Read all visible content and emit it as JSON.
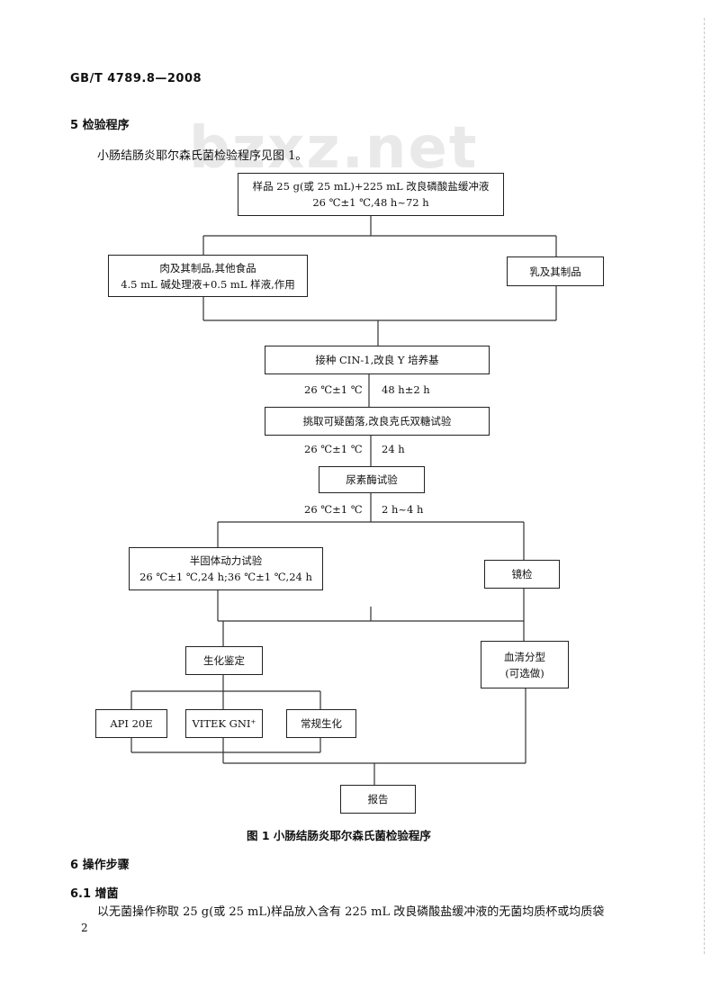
{
  "header": {
    "standard": "GB/T 4789.8—2008"
  },
  "watermark": "bzxz.net",
  "section5": {
    "heading": "5  检验程序",
    "intro": "小肠结肠炎耶尔森氏菌检验程序见图 1。"
  },
  "flow": {
    "sample": {
      "line1": "样品 25 g(或 25 mL)+225 mL 改良磷酸盐缓冲液",
      "line2": "26 ℃±1 ℃,48 h~72 h"
    },
    "meat": {
      "line1": "肉及其制品,其他食品",
      "line2": "4.5 mL 碱处理液+0.5 mL 样液,作用"
    },
    "milk": {
      "label": "乳及其制品"
    },
    "inoculate": {
      "label": "接种 CIN-1,改良 Y 培养基"
    },
    "cond1": {
      "temp": "26 ℃±1 ℃",
      "time": "48 h±2 h"
    },
    "pick": {
      "label": "挑取可疑菌落,改良克氏双糖试验"
    },
    "cond2": {
      "temp": "26 ℃±1 ℃",
      "time": "24 h"
    },
    "urease": {
      "label": "尿素酶试验"
    },
    "cond3": {
      "temp": "26 ℃±1 ℃",
      "time": "2 h~4 h"
    },
    "motility": {
      "line1": "半固体动力试验",
      "line2": "26 ℃±1 ℃,24 h;36 ℃±1 ℃,24 h"
    },
    "microscopy": {
      "label": "镜检"
    },
    "biochem": {
      "label": "生化鉴定"
    },
    "serotype": {
      "line1": "血清分型",
      "line2": "(可选做)"
    },
    "api": {
      "label": "API 20E"
    },
    "vitek": {
      "label": "VITEK GNI⁺"
    },
    "routine": {
      "label": "常规生化"
    },
    "report": {
      "label": "报告"
    }
  },
  "figure": {
    "caption": "图 1  小肠结肠炎耶尔森氏菌检验程序"
  },
  "section6": {
    "heading": "6  操作步骤"
  },
  "section61": {
    "heading": "6.1  增菌",
    "text": "以无菌操作称取 25 g(或 25 mL)样品放入含有 225 mL 改良磷酸盐缓冲液的无菌均质杯或均质袋"
  },
  "page": {
    "number": "2"
  }
}
